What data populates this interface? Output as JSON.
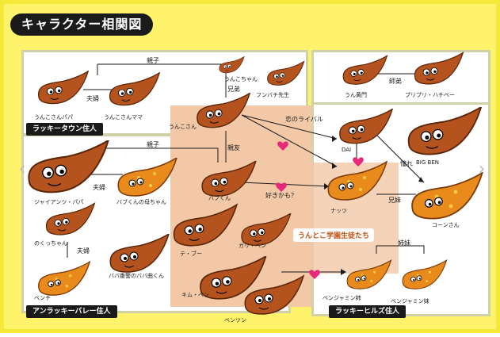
{
  "title": "キャラクター相関図",
  "regions": {
    "lucky_town": "ラッキータウン住人",
    "unlucky_valley": "アンラッキーバレー住人",
    "lucky_hills": "ラッキーヒルズ住人",
    "school": "うんとこ学園生徒たち"
  },
  "relations": {
    "oyako1": "親子",
    "fuufu1": "夫婦",
    "kyoudai": "兄弟",
    "koi_rival": "恋のライバル",
    "shinyuu": "親友",
    "oyako2": "親子",
    "fuufu2": "夫婦",
    "suki": "好きかも？",
    "fuufu3": "夫婦",
    "akogare": "憧れ",
    "kyoudai2": "兄妹",
    "shimai": "姉妹",
    "teitei": "師弟"
  },
  "characters": {
    "unko_papa": "うんこさんパパ",
    "unko_mama": "うんこさんママ",
    "unko_chan": "うんこちゃん",
    "funbachi": "フンバチ先生",
    "unko_san": "うんこさん",
    "un_koumon": "うん黄門",
    "puripuri": "プリプリ・ハチベー",
    "dai": "DAI",
    "big_ben": "BIG BEN",
    "giant_papa": "ジャイアンツ・パパ",
    "babu_mama": "バブくんの母ちゃん",
    "babu": "バブくん",
    "natts": "ナッツ",
    "nokkuchan": "のくっちゃん",
    "te_bu": "テ・ブー",
    "gari_ben": "ガリ・ベン",
    "kon_san": "コーンさん",
    "baba_papa": "ババ番警のババ曲くん",
    "kim_ben": "キム・ベン",
    "benchi": "ベンチ",
    "benben": "ベンツン",
    "benjamin_ane": "ベンジャミン姉",
    "benjamin_imouto": "ベンジャミン妹"
  },
  "colors": {
    "poop": "#b5531e",
    "poop_dark": "#7a3612",
    "heart": "#e8287a",
    "background": "#fff36b"
  }
}
